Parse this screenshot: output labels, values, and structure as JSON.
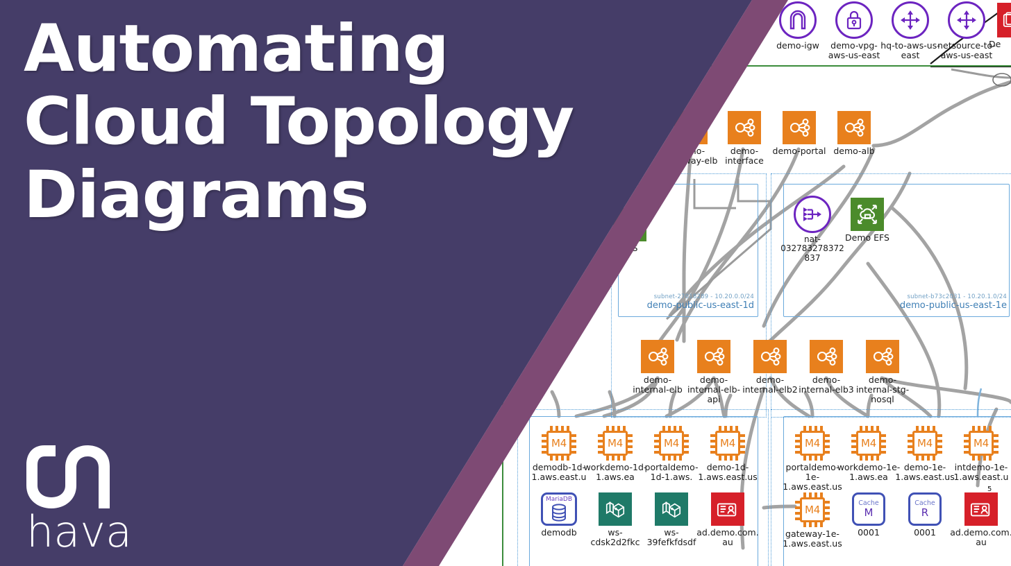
{
  "slide": {
    "title_lines": [
      "Automating",
      "Cloud Topology",
      "Diagrams"
    ],
    "brand": "hava",
    "brand_mark": "hava-logo-mark",
    "bg_color": "#453D68",
    "band_color": "#7E4A74"
  },
  "diagram": {
    "vpc_boundary_color": "#3b8c3b",
    "subnet_border_color": "#6aa9dc",
    "connector_color": "#9a9a9a",
    "gateways": [
      {
        "id": "demo-igw",
        "label": "demo-igw",
        "icon": "internet-gateway-icon",
        "icon_color": "#6c24c0"
      },
      {
        "id": "demo-vpg",
        "label": "demo-vpg-aws-us-east",
        "icon": "vpn-gateway-lock-icon",
        "icon_color": "#6c24c0"
      },
      {
        "id": "hq-to-aws",
        "label": "hq-to-aws-us-east",
        "icon": "vpn-connection-icon",
        "icon_color": "#6c24c0"
      },
      {
        "id": "netsource",
        "label": "netsource-to-aws-us-east",
        "icon": "vpn-connection-icon",
        "icon_color": "#6c24c0"
      },
      {
        "id": "clipped-red",
        "label": "De",
        "icon": "directory-icon",
        "icon_color": "#d62029"
      }
    ],
    "public_load_balancers": [
      {
        "label": "demo-gateway-elb",
        "icon": "elb-icon"
      },
      {
        "label": "demo-interface",
        "icon": "elb-icon"
      },
      {
        "label": "demo-portal",
        "icon": "elb-icon"
      },
      {
        "label": "demo-alb",
        "icon": "elb-icon"
      }
    ],
    "public_subnets": [
      {
        "subnet_id": "subnet-27018289 - 10.20.0.0/24",
        "name": "demo-public-us-east-1d",
        "nodes": [
          {
            "label": "EFS",
            "icon": "efs-icon",
            "partially_hidden": true
          }
        ]
      },
      {
        "subnet_id": "subnet-b73c2031 - 10.20.1.0/24",
        "name": "demo-public-us-east-1e",
        "nodes": [
          {
            "label": "nat-032783278372837",
            "icon": "nat-gateway-icon"
          },
          {
            "label": "Demo EFS",
            "icon": "efs-icon"
          }
        ]
      }
    ],
    "internal_load_balancers": [
      {
        "label": "demo-internal-elb",
        "icon": "elb-icon"
      },
      {
        "label": "demo-internal-elb-api",
        "icon": "elb-icon"
      },
      {
        "label": "demo-internal-elb2",
        "icon": "elb-icon"
      },
      {
        "label": "demo-internal-elb3",
        "icon": "elb-icon"
      },
      {
        "label": "demo-internal-stg-nosql",
        "icon": "elb-icon"
      }
    ],
    "private_subnet_left": {
      "instances": [
        {
          "label": "demodb-1d-1.aws.east.u",
          "type": "M4",
          "icon": "ec2-instance-icon"
        },
        {
          "label": "workdemo-1d-1.aws.ea",
          "type": "M4",
          "icon": "ec2-instance-icon"
        },
        {
          "label": "portaldemo-1d-1.aws.",
          "type": "M4",
          "icon": "ec2-instance-icon"
        },
        {
          "label": "demo-1d-1.aws.east.us",
          "type": "M4",
          "icon": "ec2-instance-icon"
        }
      ],
      "services": [
        {
          "label": "demodb",
          "icon": "mariadb-icon",
          "caption": "MariaDB"
        },
        {
          "label": "ws-cdsk2d2fkc",
          "icon": "container-icon"
        },
        {
          "label": "ws-39fefkfdsdf",
          "icon": "container-icon"
        },
        {
          "label": "ad.demo.com.au",
          "icon": "directory-icon"
        }
      ]
    },
    "private_subnet_right": {
      "instances": [
        {
          "label": "portaldemo-1e-1.aws.east.us",
          "type": "M4",
          "icon": "ec2-instance-icon"
        },
        {
          "label": "workdemo-1e-1.aws.ea",
          "type": "M4",
          "icon": "ec2-instance-icon"
        },
        {
          "label": "demo-1e-1.aws.east.us",
          "type": "M4",
          "icon": "ec2-instance-icon"
        },
        {
          "label": "intdemo-1e-1.aws.east.u",
          "type": "M4",
          "icon": "ec2-instance-icon"
        }
      ],
      "services": [
        {
          "label": "gateway-1e-1.aws.east.us",
          "type": "M4",
          "icon": "ec2-instance-icon"
        },
        {
          "label": "0001",
          "icon": "elasticache-memcached-icon",
          "caption": "Cache",
          "variant": "M"
        },
        {
          "label": "0001",
          "icon": "elasticache-redis-icon",
          "caption": "Cache",
          "variant": "R"
        },
        {
          "label": "ad.demo.com.au",
          "icon": "directory-icon",
          "badge": "5"
        }
      ]
    }
  }
}
